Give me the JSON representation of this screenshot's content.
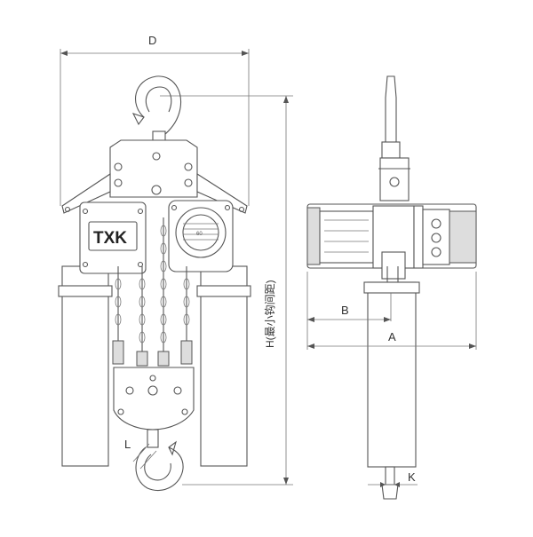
{
  "diagram": {
    "brand": "TXK",
    "motor_badge": "60",
    "dimension_labels": {
      "d": "D",
      "h": "H(最小钩间距)",
      "l": "L",
      "b": "B",
      "a": "A",
      "k": "K"
    }
  },
  "colors": {
    "line": "#555555",
    "background": "#ffffff",
    "shade": "#dddddd",
    "dark": "#888888"
  }
}
